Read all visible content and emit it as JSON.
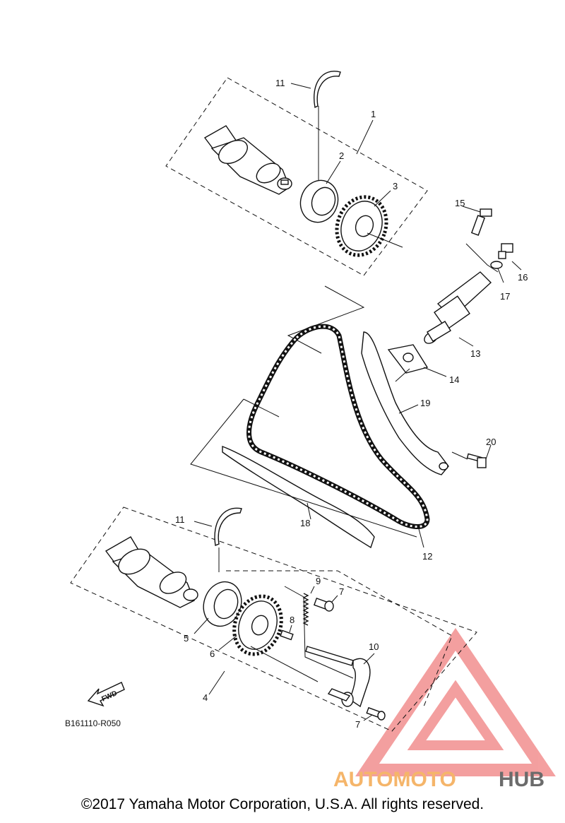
{
  "callouts": {
    "c1": "1",
    "c2": "2",
    "c3": "3",
    "c4": "4",
    "c5": "5",
    "c6": "6",
    "c7a": "7",
    "c7b": "7",
    "c8": "8",
    "c9": "9",
    "c10": "10",
    "c11a": "11",
    "c11b": "11",
    "c12": "12",
    "c13": "13",
    "c14": "14",
    "c15": "15",
    "c16": "16",
    "c17": "17",
    "c18": "18",
    "c19": "19",
    "c20": "20"
  },
  "diagram_ref": "B161110-R050",
  "fwd_label": "FWD",
  "watermark": {
    "part1": "AUTOMOTO",
    "part2": "HUB",
    "color1": "#f5b56a",
    "color2": "#6b6b6b",
    "logo_color": "#f08080"
  },
  "copyright": "©2017 Yamaha Motor Corporation, U.S.A. All rights reserved."
}
